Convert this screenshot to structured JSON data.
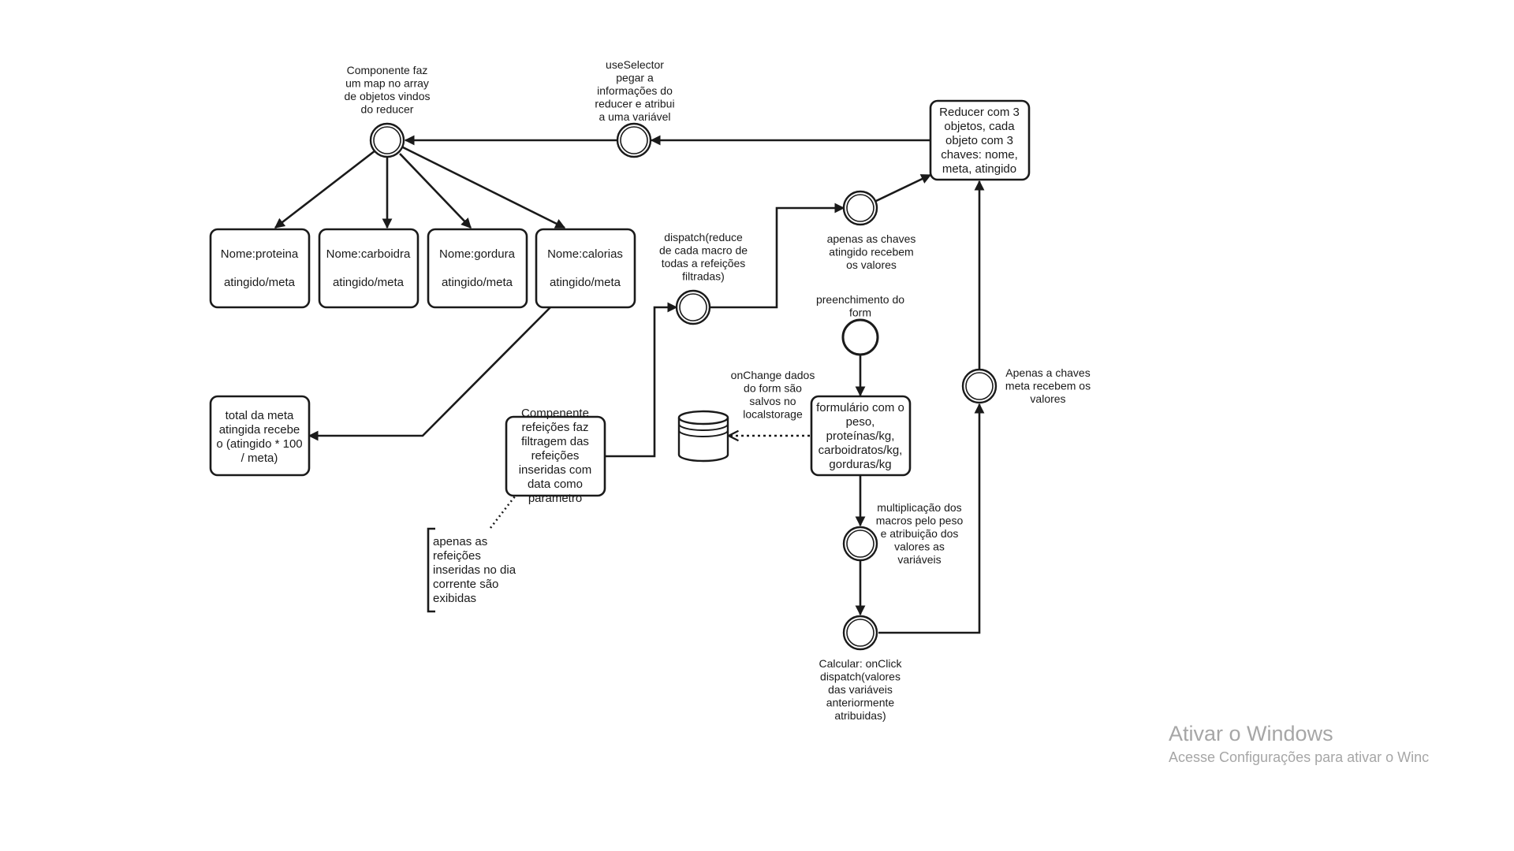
{
  "diagram": {
    "labels": {
      "component_map": "Componente faz\num map no array\nde objetos vindos\ndo reducer",
      "use_selector": "useSelector\npegar a\ninformações do\nreducer e atribui\na uma variável",
      "dispatch_reduce": "dispatch(reduce\nde cada macro de\ntodas a refeições\nfiltradas)",
      "apenas_atingido": "apenas as chaves\natingido recebem\nos valores",
      "preenchimento": "preenchimento do\nform",
      "onchange": "onChange dados\ndo form são\nsalvos no\nlocalstorage",
      "apenas_meta": "Apenas a chaves\nmeta recebem os\nvalores",
      "multiplicacao": "multiplicação dos\nmacros pelo peso\ne atribuição dos\nvalores as\nvariáveis",
      "calcular": "Calcular: onClick\ndispatch(valores\ndas variáveis\nanteriormente\natribuidas)",
      "annotation": "apenas as\nrefeições\ninseridas no dia\ncorrente são\nexibidas"
    },
    "boxes": {
      "reducer": "Reducer com 3\nobjetos, cada\nobjeto com 3\nchaves: nome,\nmeta, atingido",
      "proteina": "Nome:proteina\n\natingido/meta",
      "carboidra": "Nome:carboidra\n\natingido/meta",
      "gordura": "Nome:gordura\n\natingido/meta",
      "calorias": "Nome:calorias\n\natingido/meta",
      "total": "total da meta\natingida recebe\no (atingido * 100\n/ meta)",
      "refeicoes": "Compenente\nrefeições faz\nfiltragem das\nrefeições\ninseridas com\ndata como\nparametro",
      "formulario": "formulário com o\npeso,\nproteínas/kg,\ncarboidratos/kg,\ngorduras/kg"
    }
  },
  "watermark": {
    "title": "Ativar o Windows",
    "subtitle": "Acesse Configurações para ativar o Winc"
  },
  "colors": {
    "stroke": "#1a1a1a",
    "watermark": "#a6a6a6",
    "background": "#ffffff"
  }
}
